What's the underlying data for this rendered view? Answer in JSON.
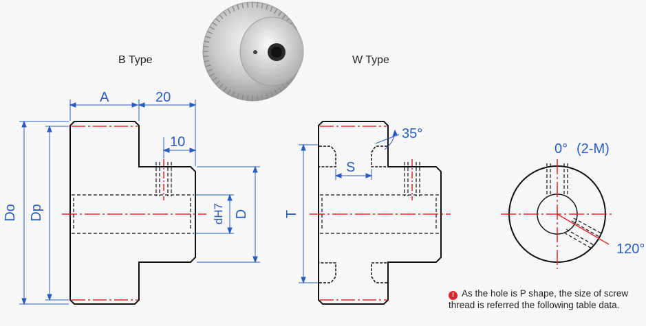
{
  "labels": {
    "b_type": "B Type",
    "w_type": "W Type",
    "dim_A": "A",
    "dim_20": "20",
    "dim_10": "10",
    "dim_Do": "Do",
    "dim_Dp": "Dp",
    "dim_dH7": "dH7",
    "dim_D": "D",
    "dim_S": "S",
    "dim_T": "T",
    "angle_35": "35°",
    "angle_0": "0°",
    "two_M": "(2-M)",
    "angle_120": "120°"
  },
  "note": {
    "icon": "exclamation-icon",
    "text": "As the hole is P shape, the size of screw thread is referred the following table data."
  },
  "colors": {
    "outline": "#111111",
    "dimension": "#2a5bbf",
    "centerline": "#e0262c"
  }
}
